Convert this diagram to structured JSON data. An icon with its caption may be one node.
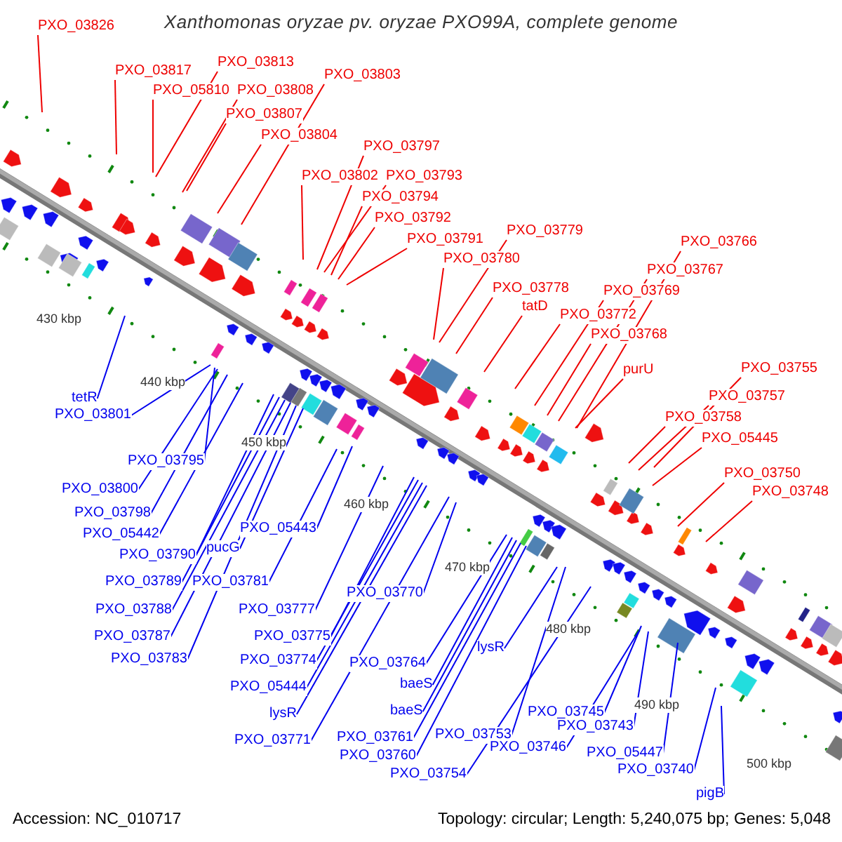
{
  "diagram": {
    "title": "Xanthomonas oryzae pv. oryzae PXO99A, complete genome",
    "nodes": [
      {
        "text": [
          "PXO_03826"
        ]
      },
      {
        "text": [
          "PXO_03817"
        ]
      },
      {
        "text": [
          "PXO_03813"
        ]
      },
      {
        "text": [
          "PXO_05810"
        ]
      },
      {
        "text": [
          "PXO_03808"
        ]
      },
      {
        "text": [
          "PXO_03803"
        ]
      },
      {
        "text": [
          "PXO_03807"
        ]
      },
      {
        "text": [
          "PXO_03804"
        ]
      },
      {
        "text": [
          "PXO_03797"
        ]
      },
      {
        "text": [
          "PXO_03802"
        ]
      },
      {
        "text": [
          "PXO_03793"
        ]
      },
      {
        "text": [
          "PXO_03794"
        ]
      },
      {
        "text": [
          "PXO_03792"
        ]
      },
      {
        "text": [
          "PXO_03791"
        ]
      },
      {
        "text": [
          "PXO_03779"
        ]
      },
      {
        "text": [
          "PXO_03780"
        ]
      },
      {
        "text": [
          "PXO_03778"
        ]
      },
      {
        "text": [
          "tatD"
        ]
      },
      {
        "text": [
          "PXO_03766"
        ]
      },
      {
        "text": [
          "PXO_03767"
        ]
      },
      {
        "text": [
          "PXO_03769"
        ]
      },
      {
        "text": [
          "PXO_03772"
        ]
      },
      {
        "text": [
          "PXO_03768"
        ]
      },
      {
        "text": [
          "purU"
        ]
      },
      {
        "text": [
          "PXO_03755"
        ]
      },
      {
        "text": [
          "PXO_03757"
        ]
      },
      {
        "text": [
          "PXO_03758"
        ]
      },
      {
        "text": [
          "PXO_05445"
        ]
      },
      {
        "text": [
          "PXO_03750"
        ]
      },
      {
        "text": [
          "PXO_03748"
        ]
      },
      {
        "text": [
          "tetR"
        ]
      },
      {
        "text": [
          "PXO_03801"
        ]
      },
      {
        "text": [
          "PXO_03795"
        ]
      },
      {
        "text": [
          "PXO_03800"
        ]
      },
      {
        "text": [
          "PXO_03798"
        ]
      },
      {
        "text": [
          "PXO_05442"
        ]
      },
      {
        "text": [
          "PXO_03790"
        ]
      },
      {
        "text": [
          "pucG"
        ]
      },
      {
        "text": [
          "PXO_05443"
        ]
      },
      {
        "text": [
          "PXO_03789"
        ]
      },
      {
        "text": [
          "PXO_03781"
        ]
      },
      {
        "text": [
          "PXO_03788"
        ]
      },
      {
        "text": [
          "PXO_03777"
        ]
      },
      {
        "text": [
          "PXO_03787"
        ]
      },
      {
        "text": [
          "PXO_03775"
        ]
      },
      {
        "text": [
          "PXO_03783"
        ]
      },
      {
        "text": [
          "PXO_03774"
        ]
      },
      {
        "text": [
          "PXO_05444"
        ]
      },
      {
        "text": [
          "lysR"
        ]
      },
      {
        "text": [
          "PXO_03771"
        ]
      },
      {
        "text": [
          "PXO_03770"
        ]
      },
      {
        "text": [
          "PXO_03764"
        ]
      },
      {
        "text": [
          "baeS"
        ]
      },
      {
        "text": [
          "lysR"
        ]
      },
      {
        "text": [
          "baeS"
        ]
      },
      {
        "text": [
          "PXO_03761"
        ]
      },
      {
        "text": [
          "PXO_03760"
        ]
      },
      {
        "text": [
          "PXO_03753"
        ]
      },
      {
        "text": [
          "PXO_03745"
        ]
      },
      {
        "text": [
          "PXO_03754"
        ]
      },
      {
        "text": [
          "PXO_03746"
        ]
      },
      {
        "text": [
          "PXO_03743"
        ]
      },
      {
        "text": [
          "PXO_05447"
        ]
      },
      {
        "text": [
          "PXO_03740"
        ]
      },
      {
        "text": [
          "pigB"
        ]
      }
    ],
    "edges": [
      {
        "from": 0,
        "to": null,
        "arrow": "none",
        "color": "#ee0000"
      },
      {
        "from": 1,
        "to": null,
        "arrow": "none",
        "color": "#ee0000"
      },
      {
        "from": 2,
        "to": null,
        "arrow": "none",
        "color": "#ee0000"
      },
      {
        "from": 3,
        "to": null,
        "arrow": "none",
        "color": "#ee0000"
      },
      {
        "from": 4,
        "to": null,
        "arrow": "none",
        "color": "#ee0000"
      },
      {
        "from": 5,
        "to": null,
        "arrow": "none",
        "color": "#ee0000"
      },
      {
        "from": 6,
        "to": null,
        "arrow": "none",
        "color": "#ee0000"
      },
      {
        "from": 7,
        "to": null,
        "arrow": "none",
        "color": "#ee0000"
      },
      {
        "from": 8,
        "to": null,
        "arrow": "none",
        "color": "#ee0000"
      },
      {
        "from": 9,
        "to": null,
        "arrow": "none",
        "color": "#ee0000"
      },
      {
        "from": 10,
        "to": null,
        "arrow": "none",
        "color": "#ee0000"
      },
      {
        "from": 11,
        "to": null,
        "arrow": "none",
        "color": "#ee0000"
      },
      {
        "from": 12,
        "to": null,
        "arrow": "none",
        "color": "#ee0000"
      },
      {
        "from": 13,
        "to": null,
        "arrow": "none",
        "color": "#ee0000"
      },
      {
        "from": 14,
        "to": null,
        "arrow": "none",
        "color": "#ee0000"
      },
      {
        "from": 15,
        "to": null,
        "arrow": "none",
        "color": "#ee0000"
      },
      {
        "from": 16,
        "to": null,
        "arrow": "none",
        "color": "#ee0000"
      },
      {
        "from": 17,
        "to": null,
        "arrow": "none",
        "color": "#ee0000"
      },
      {
        "from": 18,
        "to": null,
        "arrow": "none",
        "color": "#ee0000"
      },
      {
        "from": 19,
        "to": null,
        "arrow": "none",
        "color": "#ee0000"
      },
      {
        "from": 20,
        "to": null,
        "arrow": "none",
        "color": "#ee0000"
      },
      {
        "from": 21,
        "to": null,
        "arrow": "none",
        "color": "#ee0000"
      },
      {
        "from": 22,
        "to": null,
        "arrow": "none",
        "color": "#ee0000"
      },
      {
        "from": 23,
        "to": null,
        "arrow": "none",
        "color": "#ee0000"
      },
      {
        "from": 24,
        "to": null,
        "arrow": "none",
        "color": "#ee0000"
      },
      {
        "from": 25,
        "to": null,
        "arrow": "none",
        "color": "#ee0000"
      },
      {
        "from": 26,
        "to": null,
        "arrow": "none",
        "color": "#ee0000"
      },
      {
        "from": 27,
        "to": null,
        "arrow": "none",
        "color": "#ee0000"
      },
      {
        "from": 28,
        "to": null,
        "arrow": "none",
        "color": "#ee0000"
      },
      {
        "from": 29,
        "to": null,
        "arrow": "none",
        "color": "#ee0000"
      },
      {
        "from": 30,
        "to": null,
        "arrow": "none"
      },
      {
        "from": 31,
        "to": null,
        "arrow": "none"
      },
      {
        "from": 32,
        "to": null,
        "arrow": "none"
      },
      {
        "from": 33,
        "to": null,
        "arrow": "none"
      },
      {
        "from": 34,
        "to": null,
        "arrow": "none"
      },
      {
        "from": 35,
        "to": null,
        "arrow": "none"
      },
      {
        "from": 36,
        "to": null,
        "arrow": "none"
      },
      {
        "from": 37,
        "to": null,
        "arrow": "none"
      },
      {
        "from": 38,
        "to": null,
        "arrow": "none"
      },
      {
        "from": 39,
        "to": null,
        "arrow": "none"
      },
      {
        "from": 40,
        "to": null,
        "arrow": "none"
      },
      {
        "from": 41,
        "to": null,
        "arrow": "none"
      },
      {
        "from": 42,
        "to": null,
        "arrow": "none"
      },
      {
        "from": 43,
        "to": null,
        "arrow": "none"
      },
      {
        "from": 44,
        "to": null,
        "arrow": "none"
      },
      {
        "from": 45,
        "to": null,
        "arrow": "none"
      },
      {
        "from": 46,
        "to": null,
        "arrow": "none"
      },
      {
        "from": 47,
        "to": null,
        "arrow": "none"
      },
      {
        "from": 48,
        "to": null,
        "arrow": "none"
      },
      {
        "from": 49,
        "to": null,
        "arrow": "none"
      },
      {
        "from": 50,
        "to": null,
        "arrow": "none"
      },
      {
        "from": 51,
        "to": null,
        "arrow": "none"
      },
      {
        "from": 52,
        "to": null,
        "arrow": "none"
      },
      {
        "from": 53,
        "to": null,
        "arrow": "none"
      },
      {
        "from": 54,
        "to": null,
        "arrow": "none"
      },
      {
        "from": 55,
        "to": null,
        "arrow": "none"
      },
      {
        "from": 56,
        "to": null,
        "arrow": "none"
      },
      {
        "from": 57,
        "to": null,
        "arrow": "none"
      },
      {
        "from": 58,
        "to": null,
        "arrow": "none"
      },
      {
        "from": 59,
        "to": null,
        "arrow": "none"
      },
      {
        "from": 60,
        "to": null,
        "arrow": "none"
      },
      {
        "from": 61,
        "to": null,
        "arrow": "none"
      },
      {
        "from": 62,
        "to": null,
        "arrow": "none"
      },
      {
        "from": 63,
        "to": null,
        "arrow": "none"
      },
      {
        "from": 64,
        "to": null,
        "arrow": "none"
      }
    ],
    "labels": [
      "430 kbp",
      "440 kbp",
      "450 kbp",
      "460 kbp",
      "470 kbp",
      "480 kbp",
      "490 kbp",
      "500 kbp",
      "Accession: NC_010717",
      "Topology: circular; Length: 5,240,075 bp; Genes: 5,048"
    ]
  }
}
